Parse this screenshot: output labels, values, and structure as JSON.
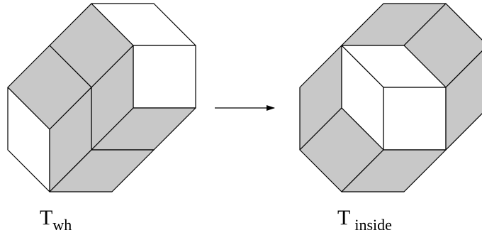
{
  "diagram": {
    "left_label": {
      "main": "T",
      "sub": "wh"
    },
    "right_label": {
      "main": "T",
      "sub": "inside"
    },
    "colors": {
      "gray_tile": "#c8c8c8",
      "white_tile": "#ffffff",
      "stroke": "#000000"
    }
  }
}
